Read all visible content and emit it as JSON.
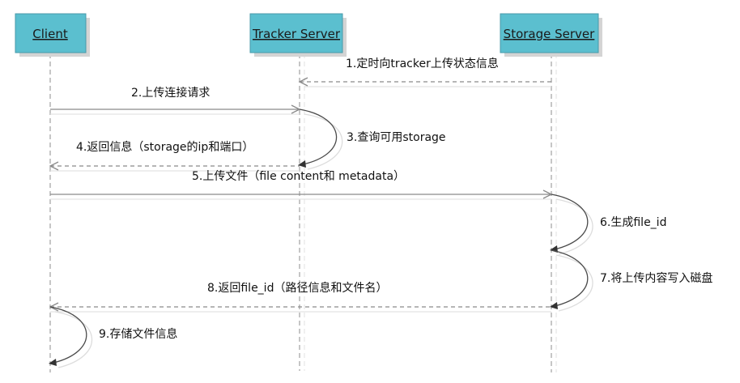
{
  "actors": [
    {
      "id": "client",
      "label": "Client"
    },
    {
      "id": "tracker",
      "label": "Tracker Server"
    },
    {
      "id": "storage",
      "label": "Storage Server"
    }
  ],
  "messages": [
    {
      "id": "m1",
      "label": "1.定时向tracker上传状态信息",
      "from": "storage",
      "to": "tracker",
      "style": "dashed"
    },
    {
      "id": "m2",
      "label": "2.上传连接请求",
      "from": "client",
      "to": "tracker",
      "style": "solid"
    },
    {
      "id": "m3",
      "label": "3.查询可用storage",
      "from": "tracker",
      "to": "tracker",
      "style": "self"
    },
    {
      "id": "m4",
      "label": "4.返回信息（storage的ip和端口）",
      "from": "tracker",
      "to": "client",
      "style": "dashed"
    },
    {
      "id": "m5",
      "label": "5.上传文件（file content和 metadata）",
      "from": "client",
      "to": "storage",
      "style": "solid"
    },
    {
      "id": "m6",
      "label": "6.生成file_id",
      "from": "storage",
      "to": "storage",
      "style": "self"
    },
    {
      "id": "m7",
      "label": "7.将上传内容写入磁盘",
      "from": "storage",
      "to": "storage",
      "style": "self"
    },
    {
      "id": "m8",
      "label": "8.返回file_id（路径信息和文件名）",
      "from": "storage",
      "to": "client",
      "style": "dashed"
    },
    {
      "id": "m9",
      "label": "9.存储文件信息",
      "from": "client",
      "to": "client",
      "style": "self"
    }
  ],
  "colors": {
    "actor_fill": "#5bbfcf",
    "line": "#8a8a8a",
    "self_arrow": "#4a4a4a"
  }
}
